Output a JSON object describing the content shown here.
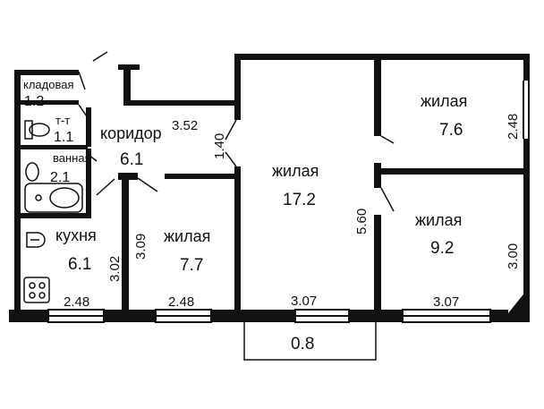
{
  "rooms": {
    "storage": {
      "name": "кладовая",
      "area": "1.2"
    },
    "toilet": {
      "name": "т-т",
      "area": "1.1"
    },
    "bath": {
      "name": "ванная",
      "area": "2.1"
    },
    "corridor": {
      "name": "коридор",
      "area": "6.1"
    },
    "kitchen": {
      "name": "кухня",
      "area": "6.1"
    },
    "living_small": {
      "name": "жилая",
      "area": "7.7"
    },
    "living_big": {
      "name": "жилая",
      "area": "17.2"
    },
    "living_top_right": {
      "name": "жилая",
      "area": "7.6"
    },
    "living_bottom_right": {
      "name": "жилая",
      "area": "9.2"
    }
  },
  "dimensions": {
    "d_352": "3.52",
    "d_140": "1.40",
    "d_309": "3.09",
    "d_302": "3.02",
    "d_248_kitchen": "2.48",
    "d_248_living": "2.48",
    "d_307_big": "3.07",
    "d_560": "5.60",
    "d_248_right": "2.48",
    "d_300": "3.00",
    "d_307_right": "3.07",
    "d_08": "0.8"
  },
  "colors": {
    "wall": "#111111",
    "background": "#ffffff"
  }
}
